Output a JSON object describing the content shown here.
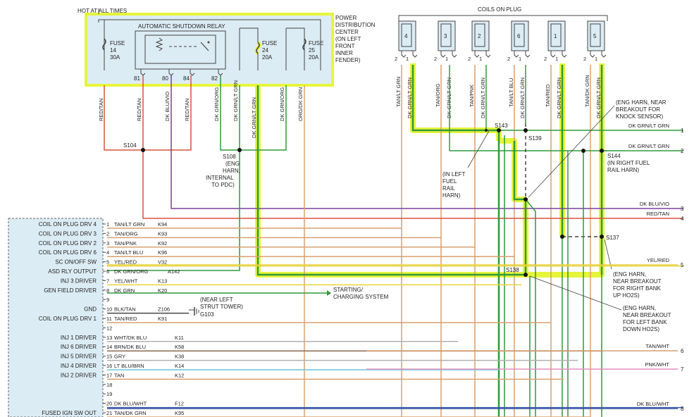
{
  "top": {
    "hot_at_all_times": "HOT AT ALL TIMES",
    "pdc_lines": [
      "POWER",
      "DISTRIBUTION",
      "CENTER",
      "(ON LEFT",
      "FRONT",
      "INNER",
      "FENDER)"
    ],
    "asd_relay": "AUTOMATIC SHUTDOWN RELAY",
    "fuses": [
      {
        "label": "FUSE",
        "num": "14",
        "amp": "30A"
      },
      {
        "label": "FUSE",
        "num": "24",
        "amp": "20A"
      },
      {
        "label": "FUSE",
        "num": "25",
        "amp": "20A"
      }
    ],
    "relay_pins": [
      "81",
      "80",
      "84",
      "82"
    ],
    "coils_on_plug": "COILS ON PLUG"
  },
  "vertical_wires": [
    "RED/TAN",
    "RED/TAN",
    "DK BLU/VIO",
    "RED/TAN",
    "DK GRN/ORG",
    "DK GRN/LT GRN",
    "DK GRN/LT GRN",
    "DK GRN/ORG",
    "ORG/DK GRN"
  ],
  "coils": [
    {
      "num": "4",
      "pin_a": "2",
      "pin_b": "1",
      "wire_a": "TAN/LT GRN",
      "wire_b": "DK GRN/LT GRN"
    },
    {
      "num": "3",
      "pin_a": "2",
      "pin_b": "1",
      "wire_a": "TAN/ORG",
      "wire_b": "DK GRN/LT GRN"
    },
    {
      "num": "2",
      "pin_a": "2",
      "pin_b": "1",
      "wire_a": "TAN/PNK",
      "wire_b": "DK GRN/LT GRN"
    },
    {
      "num": "6",
      "pin_a": "2",
      "pin_b": "1",
      "wire_a": "TAN/LT BLU",
      "wire_b": "DK GRN/LT GRN"
    },
    {
      "num": "1",
      "pin_a": "2",
      "pin_b": "1",
      "wire_a": "TAN/RED",
      "wire_b": "DK GRN/LT GRN"
    },
    {
      "num": "5",
      "pin_a": "2",
      "pin_b": "1",
      "wire_a": "TAN/DK GRN",
      "wire_b": "DK GRN/LT GRN"
    }
  ],
  "splices": {
    "s104": "S104",
    "s108": [
      "S108",
      "(ENG",
      "HARN,",
      "INTERNAL",
      "TO PDC)"
    ],
    "s143": "S143",
    "s139": "S139",
    "s144": [
      "S144",
      "(IN RIGHT FUEL",
      "RAIL HARN)"
    ],
    "s137": "S137",
    "s138": "S138",
    "left_rail_note": [
      "(IN LEFT",
      "FUEL",
      "RAIL",
      "HARN)"
    ],
    "knock_note": [
      "(ENG HARN, NEAR",
      "BREAKOUT FOR",
      "KNOCK SENSOR)"
    ],
    "right_bank_note": [
      "(ENG HARN,",
      "NEAR BREAKOUT",
      "FOR RIGHT BANK",
      "UP HO2S)"
    ],
    "left_bank_note": [
      "(ENG HARN,",
      "NEAR BREAKOUT",
      "FOR LEFT BANK",
      "DOWN HO2S)"
    ]
  },
  "pcm_pins": [
    {
      "label": "COIL ON PLUG DRV 4",
      "pin": "1",
      "wire": "TAN/LT GRN",
      "circuit": "K94"
    },
    {
      "label": "COIL ON PLUG DRV 3",
      "pin": "2",
      "wire": "TAN/ORG",
      "circuit": "K93"
    },
    {
      "label": "COIL ON PLUG DRV 2",
      "pin": "3",
      "wire": "TAN/PNK",
      "circuit": "K92"
    },
    {
      "label": "COIL ON PLUG DRV 6",
      "pin": "4",
      "wire": "TAN/LT BLU",
      "circuit": "K96"
    },
    {
      "label": "SC ON/OFF SW",
      "pin": "5",
      "wire": "YEL/RED",
      "circuit": "V32"
    },
    {
      "label": "ASD RLY OUTPUT",
      "pin": "6",
      "wire": "DK GRN/ORG",
      "circuit": "A142"
    },
    {
      "label": "INJ 3 DRIVER",
      "pin": "7",
      "wire": "YEL/WHT",
      "circuit": "K13"
    },
    {
      "label": "GEN FIELD DRIVER",
      "pin": "8",
      "wire": "DK GRN",
      "circuit": "K20"
    },
    {
      "label": "",
      "pin": "9",
      "wire": "",
      "circuit": ""
    },
    {
      "label": "GND",
      "pin": "10",
      "wire": "BLK/TAN",
      "circuit": "Z106"
    },
    {
      "label": "COIL ON PLUG DRV 1",
      "pin": "11",
      "wire": "TAN/RED",
      "circuit": "K91"
    },
    {
      "label": "",
      "pin": "12",
      "wire": "",
      "circuit": ""
    },
    {
      "label": "INJ 1 DRIVER",
      "pin": "13",
      "wire": "WHT/DK BLU",
      "circuit": "K11"
    },
    {
      "label": "INJ 6 DRIVER",
      "pin": "14",
      "wire": "BRN/DK BLU",
      "circuit": "K58"
    },
    {
      "label": "INJ 5 DRIVER",
      "pin": "15",
      "wire": "GRY",
      "circuit": "K38"
    },
    {
      "label": "INJ 4 DRIVER",
      "pin": "16",
      "wire": "LT BLU/BRN",
      "circuit": "K14"
    },
    {
      "label": "INJ 2 DRIVER",
      "pin": "17",
      "wire": "TAN",
      "circuit": "K12"
    },
    {
      "label": "",
      "pin": "18",
      "wire": "",
      "circuit": ""
    },
    {
      "label": "",
      "pin": "19",
      "wire": "",
      "circuit": ""
    },
    {
      "label": "",
      "pin": "20",
      "wire": "DK BLU/WHT",
      "circuit": "F12"
    },
    {
      "label": "FUSED IGN SW OUT",
      "pin": "21",
      "wire": "TAN/DK GRN",
      "circuit": "K95"
    }
  ],
  "gnd_note": [
    "(NEAR LEFT",
    "STRUT TOWER)",
    "G103"
  ],
  "starting": [
    "STARTING/",
    "CHARGING SYSTEM"
  ],
  "right_refs": [
    {
      "num": "1",
      "wire": "DK GRN/LT GRN"
    },
    {
      "num": "2",
      "wire": "DK GRN/LT GRN"
    },
    {
      "num": "3",
      "wire": "DK BLU/VIO"
    },
    {
      "num": "4",
      "wire": "RED/TAN"
    },
    {
      "num": "5",
      "wire": "YEL/RED"
    },
    {
      "num": "6",
      "wire": "TAN/WHT"
    },
    {
      "num": "7",
      "wire": "PNK/WHT"
    },
    {
      "num": "8",
      "wire": "DK BLU/WHT"
    }
  ],
  "colors": {
    "highlight": "#e6f53a",
    "dk_grn": "#2f9a3a",
    "red_tan": "#d9533c",
    "dk_blu_vio": "#7b3fa0",
    "tan": "#d8a070",
    "yel": "#e8d23a",
    "pnk": "#e28fc0",
    "lt_blu": "#69c8d8",
    "gry": "#b0b0b0",
    "brn": "#8a6a50",
    "dk_blu": "#3a57a8",
    "pdc_fill": "#dcecf4"
  }
}
